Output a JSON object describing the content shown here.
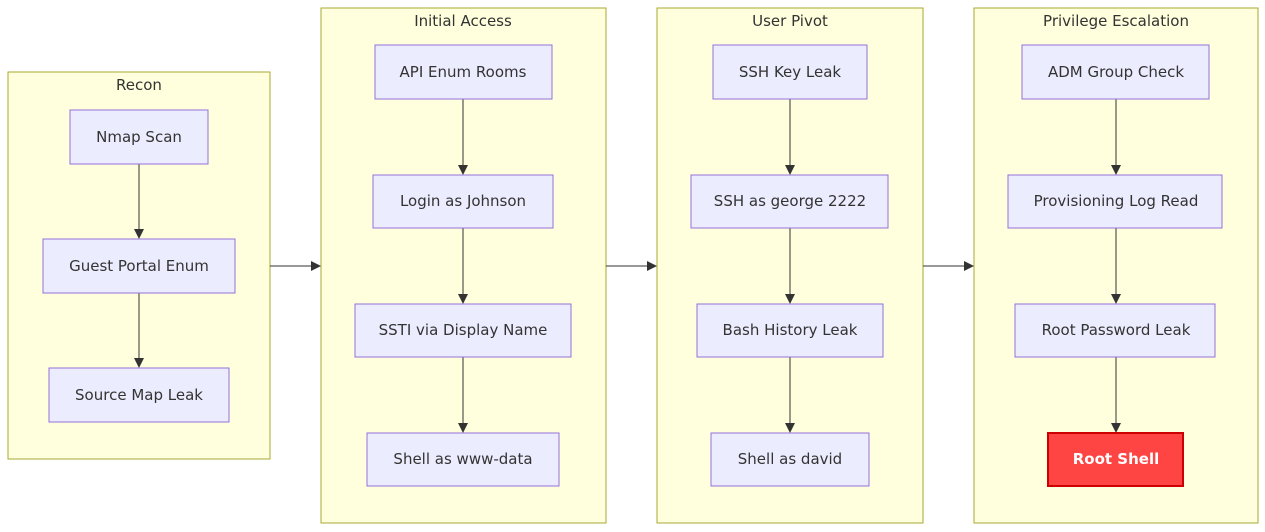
{
  "clusters": {
    "recon": {
      "title": "Recon",
      "nodes": [
        "Nmap Scan",
        "Guest Portal Enum",
        "Source Map Leak"
      ]
    },
    "initial_access": {
      "title": "Initial Access",
      "nodes": [
        "API Enum Rooms",
        "Login as Johnson",
        "SSTI via Display Name",
        "Shell as www-data"
      ]
    },
    "user_pivot": {
      "title": "User Pivot",
      "nodes": [
        "SSH Key Leak",
        "SSH as george 2222",
        "Bash History Leak",
        "Shell as david"
      ]
    },
    "privilege_escalation": {
      "title": "Privilege Escalation",
      "nodes": [
        "ADM Group Check",
        "Provisioning Log Read",
        "Root Password Leak",
        "Root Shell"
      ]
    }
  },
  "colors": {
    "cluster_fill": "#ffffde",
    "cluster_stroke": "#aaaa33",
    "node_fill": "#ececff",
    "node_stroke": "#9370db",
    "root_fill": "#ff4444",
    "root_stroke": "#cc0000",
    "root_text": "#ffffff",
    "edge": "#333333"
  },
  "edges": [
    [
      "Nmap Scan",
      "Guest Portal Enum"
    ],
    [
      "Guest Portal Enum",
      "Source Map Leak"
    ],
    [
      "API Enum Rooms",
      "Login as Johnson"
    ],
    [
      "Login as Johnson",
      "SSTI via Display Name"
    ],
    [
      "SSTI via Display Name",
      "Shell as www-data"
    ],
    [
      "SSH Key Leak",
      "SSH as george 2222"
    ],
    [
      "SSH as george 2222",
      "Bash History Leak"
    ],
    [
      "Bash History Leak",
      "Shell as david"
    ],
    [
      "ADM Group Check",
      "Provisioning Log Read"
    ],
    [
      "Provisioning Log Read",
      "Root Password Leak"
    ],
    [
      "Root Password Leak",
      "Root Shell"
    ],
    [
      "Recon",
      "Initial Access"
    ],
    [
      "Initial Access",
      "User Pivot"
    ],
    [
      "User Pivot",
      "Privilege Escalation"
    ]
  ]
}
